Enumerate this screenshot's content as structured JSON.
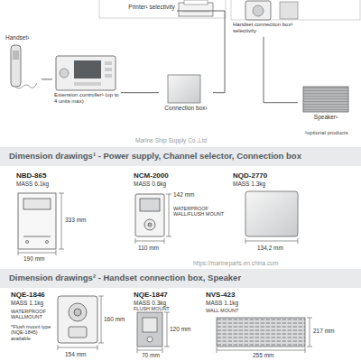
{
  "diagram": {
    "nodes": [
      {
        "text": [
          "Printer¹ selectivity"
        ]
      },
      {
        "text": [
          "Handset connection box¹ selectivity"
        ]
      },
      {
        "text": [
          "Handset¹"
        ]
      },
      {
        "text": [
          "Extension controller¹ (up to 4 units max)"
        ]
      },
      {
        "text": [
          "Connection box¹"
        ]
      },
      {
        "text": [
          "Speaker¹"
        ]
      },
      {
        "text": [
          "Dimension drawings¹ - Power supply, Channel selector, Connection box"
        ]
      },
      {
        "text": [
          "Dimension drawings² - Handset connection box, Speaker"
        ]
      }
    ],
    "edges": [
      {
        "from": 2,
        "to": 3,
        "arrow": "none"
      },
      {
        "from": 3,
        "to": 4,
        "arrow": "none"
      },
      {
        "from": 0,
        "to": 4,
        "arrow": "none"
      },
      {
        "from": 1,
        "to": 5,
        "arrow": "none"
      }
    ],
    "labels": [
      "¹optional products",
      "Marine Ship Supply Co.,Ltd",
      "NBD-865",
      "MASS 6.1kg",
      "333 mm",
      "190 mm",
      "NCM-2000",
      "MASS 0.6kg",
      "WATERPROOF WALL/FLUSH MOUNT",
      "142 mm",
      "110 mm",
      "NQD-2770",
      "MASS 1.3kg",
      "134,2 mm",
      "NQE-1846",
      "MASS 1.1kg",
      "WATERPROOF WALLMOUNT",
      "*Flush mount type (NQE-1845) available",
      "160 mm",
      "154 mm",
      "NQE-1847",
      "MASS 0.3kg",
      "FLUSH MOUNT",
      "120 mm",
      "70 mm",
      "NVS-423",
      "MASS 1.1kg",
      "WALL MOUNT",
      "217 mm",
      "255 mm",
      "https://marineparts.en.china.com"
    ]
  }
}
